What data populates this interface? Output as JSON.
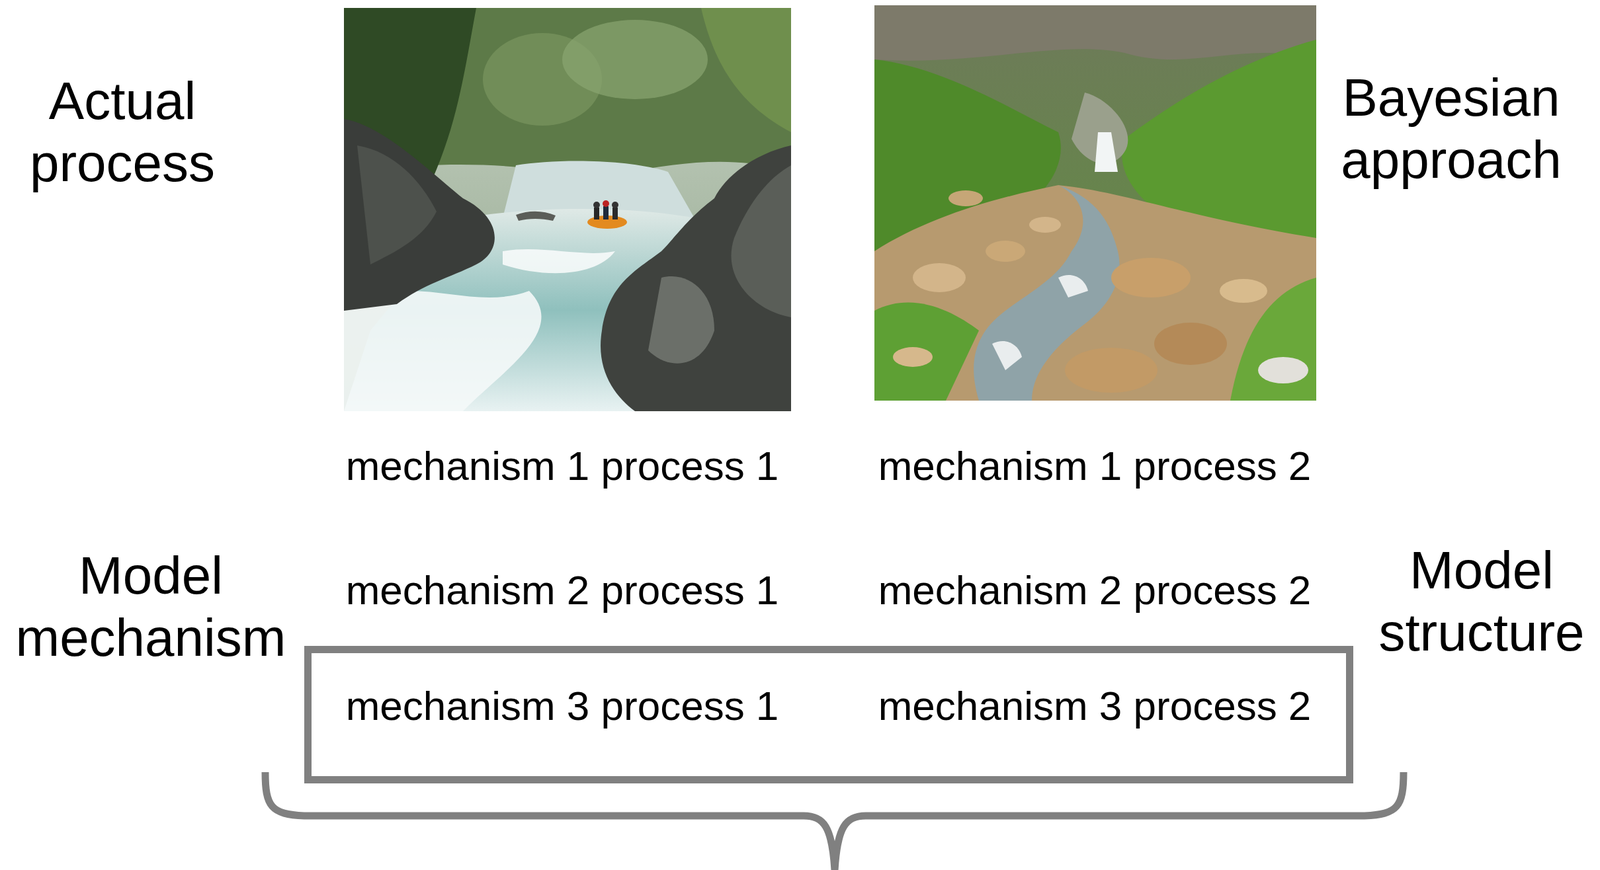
{
  "diagram": {
    "nodes": [
      {
        "text": [
          "mechanism 3 process 1",
          "mechanism 3 process 2"
        ]
      }
    ],
    "labels": [
      "Actual process",
      "Bayesian approach",
      "mechanism 1 process 1",
      "mechanism 1 process 2",
      "Model mechanism",
      "mechanism 2 process 1",
      "mechanism 2 process 2",
      "Model structure"
    ]
  }
}
